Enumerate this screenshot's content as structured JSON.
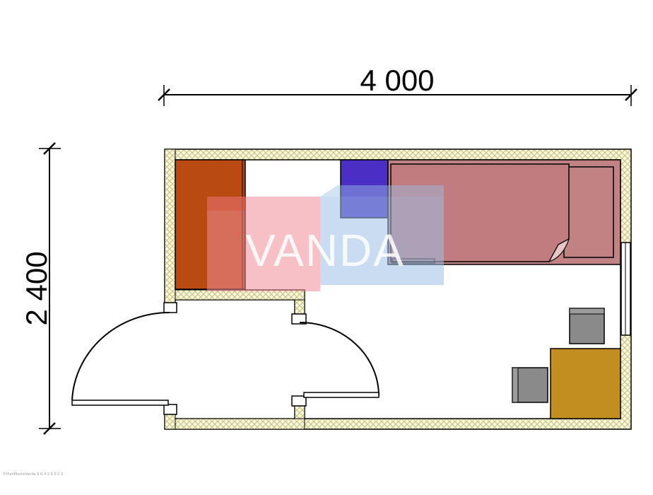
{
  "dimensions": {
    "width_label": "4 000",
    "height_label": "2 400"
  },
  "watermark": {
    "text": "VANDA"
  },
  "footer": {
    "text": "©PlanMonteVanda 6 R 4 2 0 0 C 0"
  },
  "colors": {
    "wall_fill": "#fbf6dc",
    "wall_hatch": "#c8c88a",
    "wardrobe": "#b84a12",
    "bed_frame": "#c18284",
    "bed_sheet": "#c07c7e",
    "nightstand": "#4b2fc4",
    "desk": "#c28e1f",
    "chair": "#8a8a8a",
    "logo_pink": "#f08a98",
    "logo_blue": "#9cc0e6",
    "logo_orange": "#d24a2a"
  }
}
